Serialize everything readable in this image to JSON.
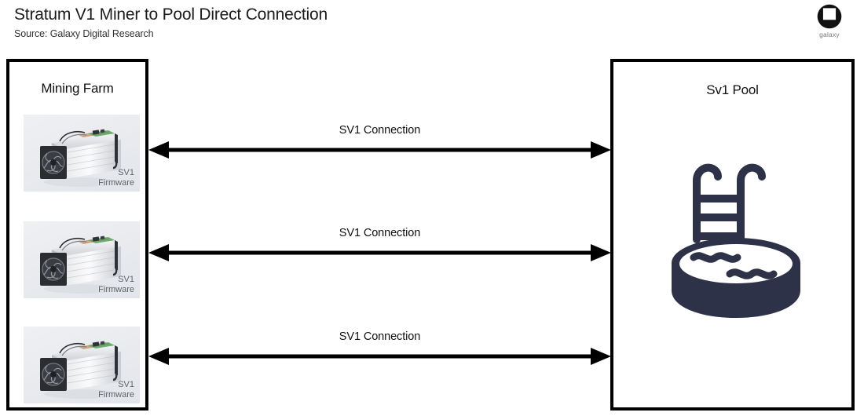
{
  "header": {
    "title": "Stratum V1 Miner to Pool Direct Connection",
    "source": "Source: Galaxy Digital Research"
  },
  "brand": {
    "name": "galaxy",
    "mark_icon": "galaxy-circle-logo-icon"
  },
  "colors": {
    "background": "#ffffff",
    "box_border": "#000000",
    "text": "#111111",
    "pool_icon_navy": "#2d3248",
    "miner_card_background": "#eaecf0",
    "miner_label_text": "#5d6066"
  },
  "diagram": {
    "type": "flow",
    "left_node": {
      "heading": "Mining Farm",
      "miners": [
        {
          "label_line1": "SV1",
          "label_line2": "Firmware",
          "icon": "asic-miner-icon"
        },
        {
          "label_line1": "SV1",
          "label_line2": "Firmware",
          "icon": "asic-miner-icon"
        },
        {
          "label_line1": "SV1",
          "label_line2": "Firmware",
          "icon": "asic-miner-icon"
        }
      ]
    },
    "right_node": {
      "heading": "Sv1 Pool",
      "icon": "swimming-pool-icon"
    },
    "connections": [
      {
        "label": "SV1 Connection",
        "arrow": "bidirectional"
      },
      {
        "label": "SV1 Connection",
        "arrow": "bidirectional"
      },
      {
        "label": "SV1 Connection",
        "arrow": "bidirectional"
      }
    ]
  }
}
